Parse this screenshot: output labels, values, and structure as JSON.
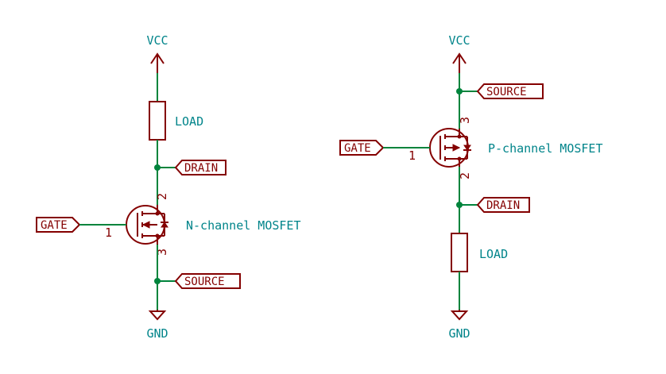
{
  "left_circuit": {
    "vcc": "VCC",
    "gnd": "GND",
    "load": "LOAD",
    "drain": "DRAIN",
    "source": "SOURCE",
    "gate": "GATE",
    "transistor": "N-channel MOSFET",
    "pin_gate": "1",
    "pin_drain": "2",
    "pin_source": "3"
  },
  "right_circuit": {
    "vcc": "VCC",
    "gnd": "GND",
    "load": "LOAD",
    "drain": "DRAIN",
    "source": "SOURCE",
    "gate": "GATE",
    "transistor": "P-channel MOSFET",
    "pin_gate": "1",
    "pin_drain": "2",
    "pin_source": "3"
  },
  "colors": {
    "wire": "#00843c",
    "symbol": "#840000",
    "text": "#00848a",
    "background": "#ffffff"
  }
}
